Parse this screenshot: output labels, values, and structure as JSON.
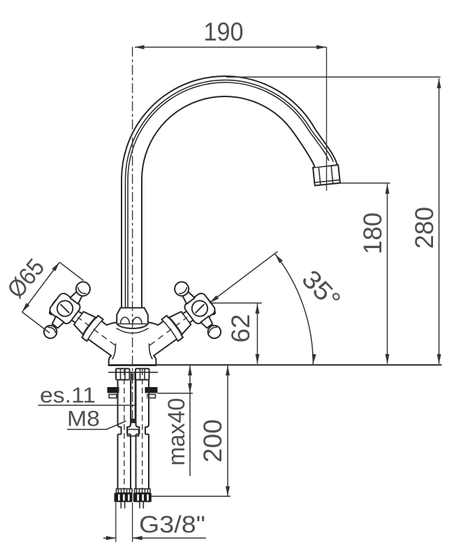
{
  "drawing": {
    "type": "technical-dimension-drawing",
    "subject": "Two-handle deck-mounted mixer faucet with swan-neck spout, side elevation with installation dimensions",
    "units": "mm",
    "background": "#ffffff",
    "line_color": "#262626",
    "dimension_line_color": "#333333",
    "text_color": "#4f4f4f",
    "labels": {
      "spout_reach": "190",
      "overall_height": "280",
      "spout_outlet_height": "180",
      "handle_axis_height": "62",
      "handle_angle": "35°",
      "handwheel_diameter": "Ø65",
      "locknut_hex_size": "es.11",
      "fixing_stud_thread": "M8",
      "max_deck_thickness": "max40",
      "supply_tail_length": "200",
      "supply_connection_thread": "G3/8\""
    }
  }
}
